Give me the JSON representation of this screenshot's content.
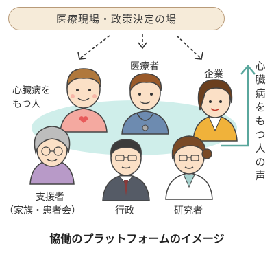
{
  "banner": "医療現場・政策決定の場",
  "labels": {
    "patient": "心臓病を\nもつ人",
    "doctor": "医療者",
    "company": "企業",
    "supporter": "支援者",
    "supporter_group": "（家族・患者会）",
    "government": "行政",
    "researcher": "研究者"
  },
  "voice": [
    "心",
    "臓",
    "病",
    "を",
    "も",
    "つ",
    "人",
    "の",
    "声"
  ],
  "caption": "協働のプラットフォームのイメージ",
  "colors": {
    "banner_fill": "#f6ebd9",
    "banner_border": "#b89a78",
    "platform": "#cfeeea",
    "arrow": "#5aa79d"
  }
}
